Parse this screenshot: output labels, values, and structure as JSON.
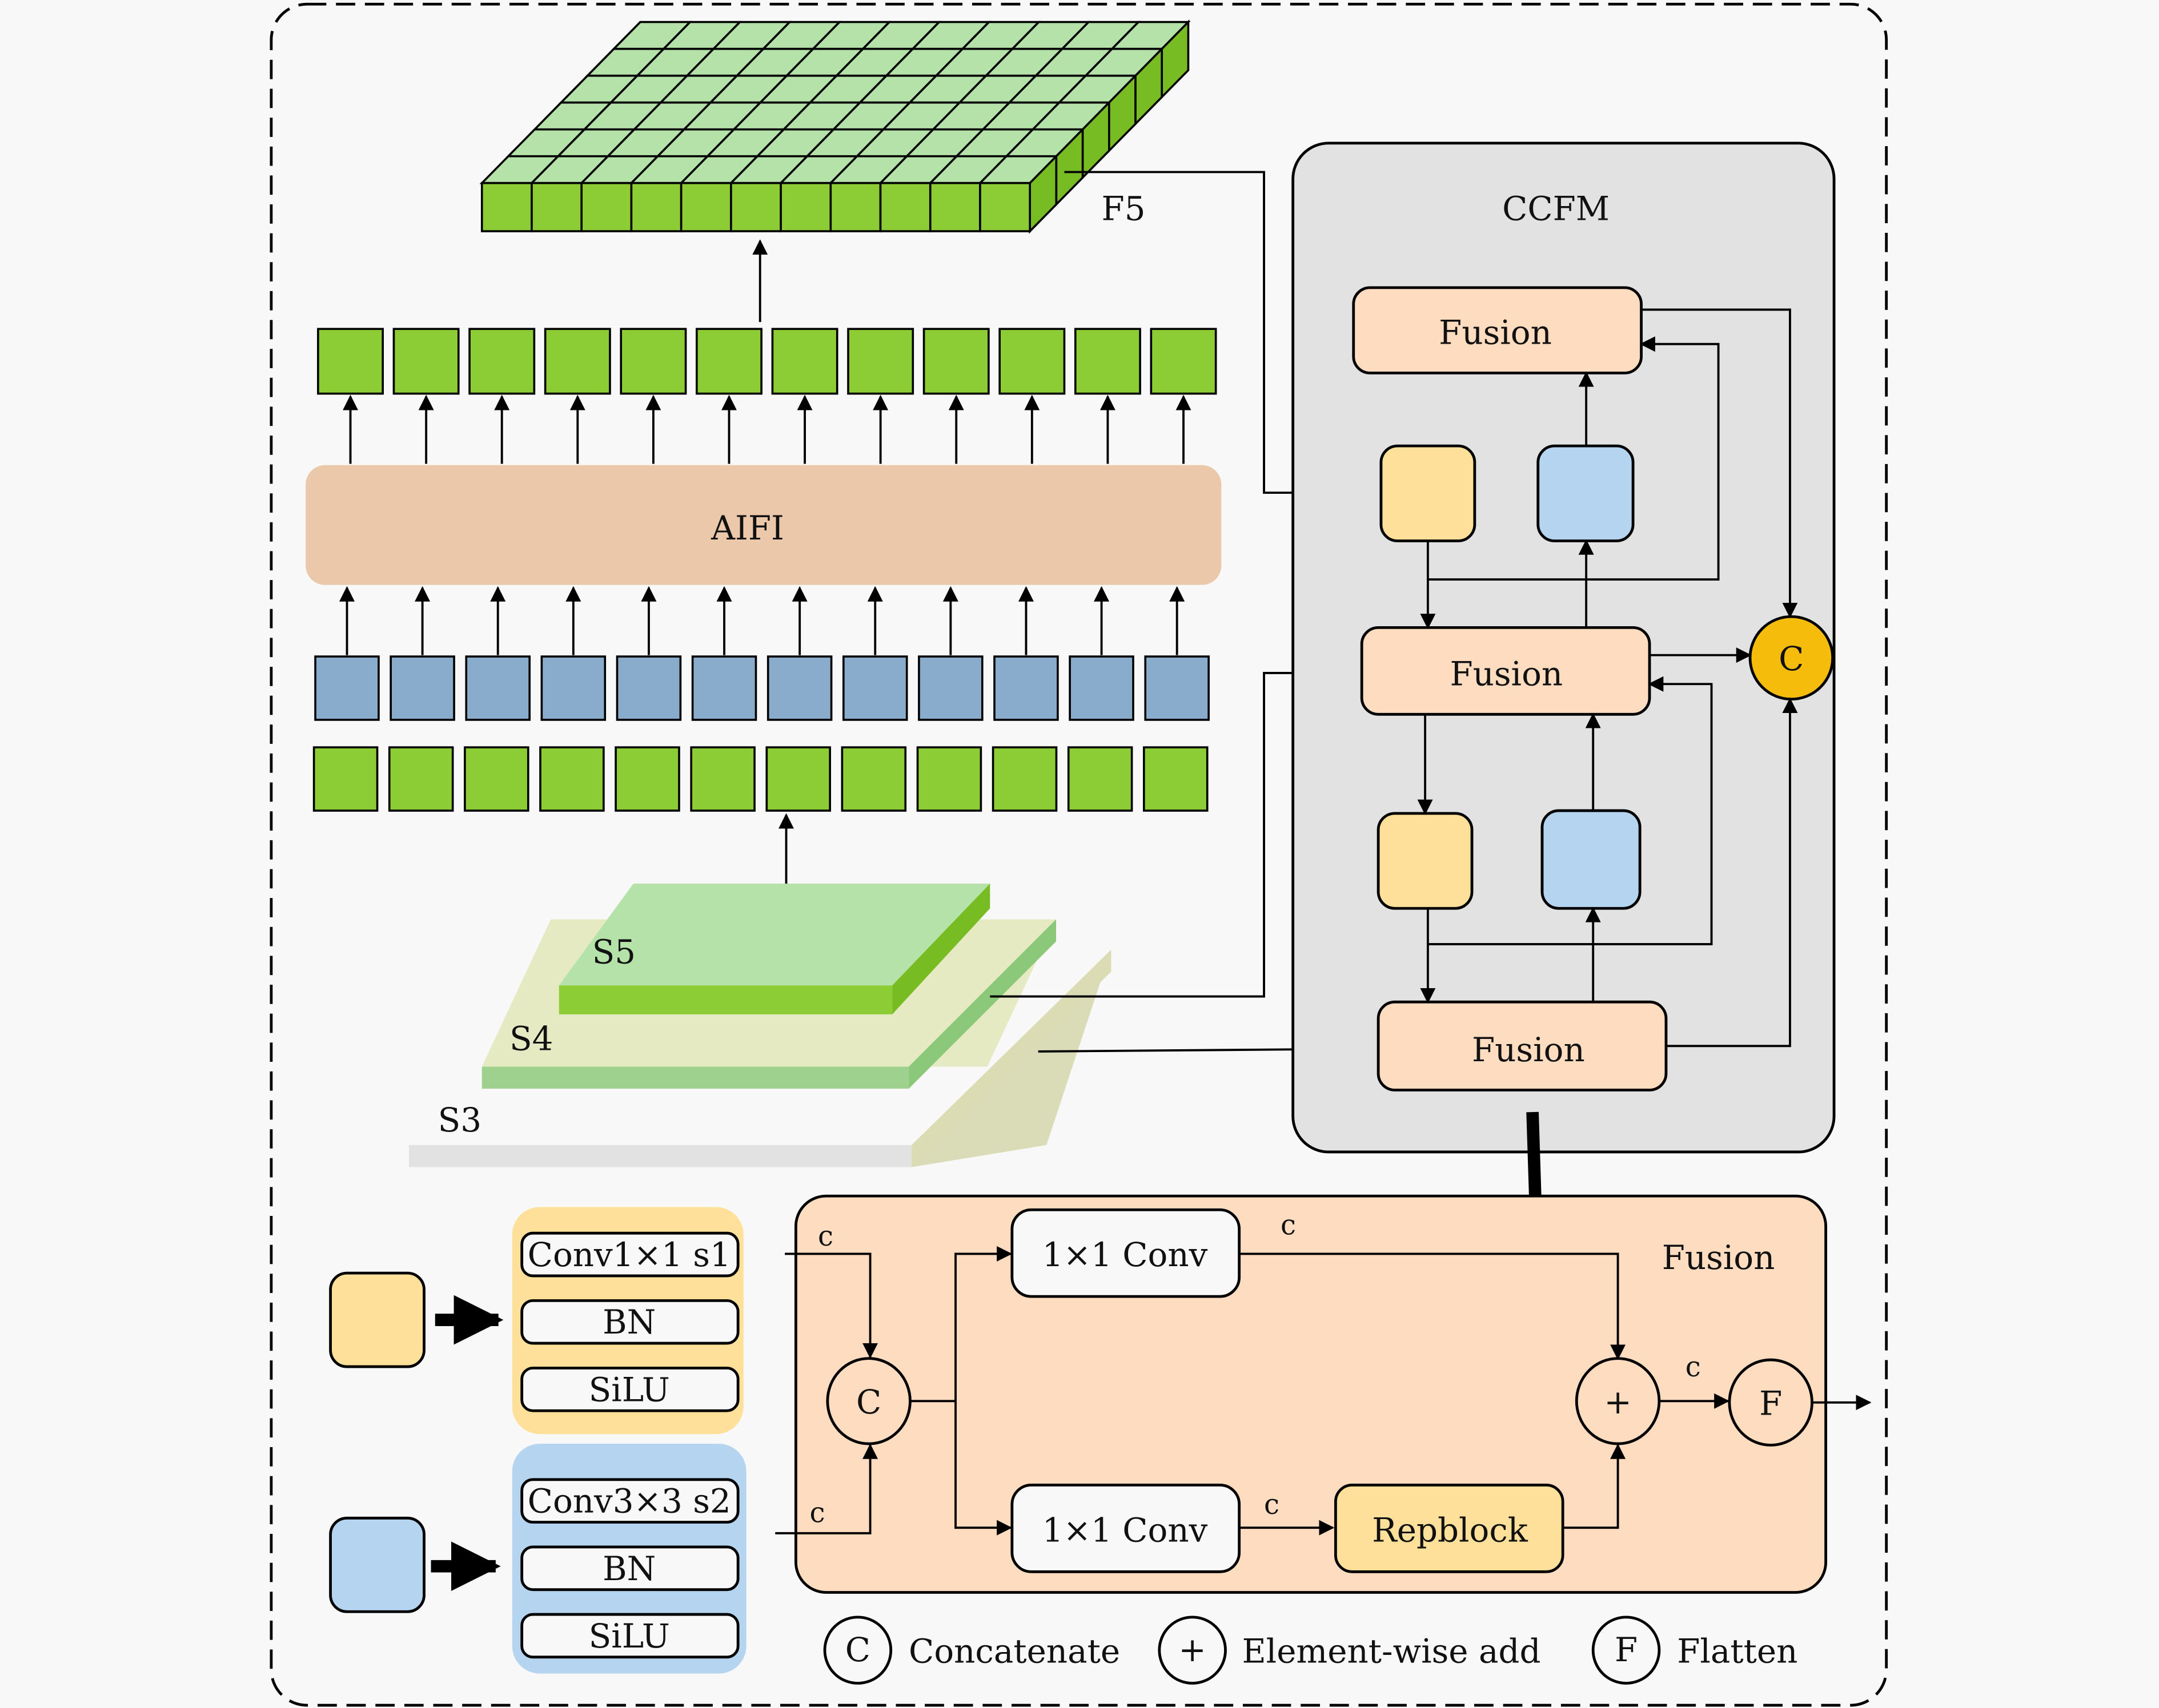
{
  "title": "RT-DETR hybrid encoder: AIFI + CCFM with Fusion block detail",
  "colors": {
    "background": "#f8f8f8",
    "feature_green": "#8ccc34",
    "feature_green_light": "#b4e2a8",
    "token_blue": "#8aaccc",
    "aifi": "#ecc8aa",
    "ccfm_bg": "#e2e2e2",
    "fusion": "#fedcc0",
    "conv1_yellow": "#fee09a",
    "conv3_blue": "#b4d4f0",
    "concat_orange": "#f6bc0c",
    "repblock": "#fee09a",
    "s4_face": "#e6eac2",
    "s4_edge": "#9ed08e",
    "s3_face": "#f8f8f8",
    "s3_edge": "#e2e2e2"
  },
  "top_branch": {
    "f5_label": "F5",
    "aifi_label": "AIFI",
    "token_count": 12,
    "f5_front_cols": 11,
    "f5_top_rows": 6
  },
  "backbone": {
    "s5_label": "S5",
    "s4_label": "S4",
    "s3_label": "S3"
  },
  "ccfm": {
    "title": "CCFM",
    "fusion_top": "Fusion",
    "fusion_mid": "Fusion",
    "fusion_bottom": "Fusion",
    "concat_symbol": "C"
  },
  "block_legend": {
    "conv1": [
      "Conv1×1 s1",
      "BN",
      "SiLU"
    ],
    "conv3": [
      "Conv3×3 s2",
      "BN",
      "SiLU"
    ]
  },
  "fusion_detail": {
    "title": "Fusion",
    "conv_top": "1×1 Conv",
    "conv_bottom": "1×1 Conv",
    "repblock": "Repblock",
    "concat_symbol": "C",
    "add_symbol": "+",
    "flatten_symbol": "F",
    "channel_label": "c"
  },
  "op_legend": [
    {
      "symbol": "C",
      "label": "Concatenate"
    },
    {
      "symbol": "+",
      "label": "Element-wise add"
    },
    {
      "symbol": "F",
      "label": "Flatten"
    }
  ]
}
